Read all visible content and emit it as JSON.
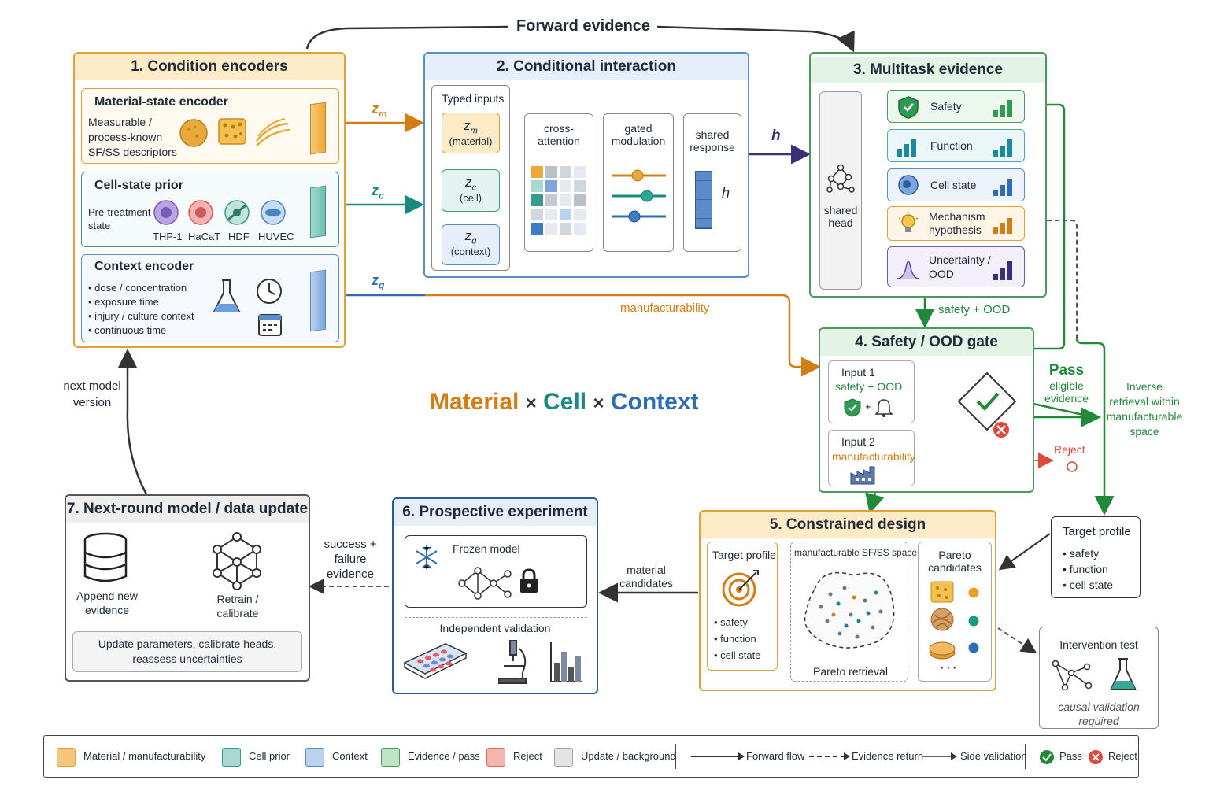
{
  "top": {
    "forward_evidence": "Forward evidence"
  },
  "panel1": {
    "title": "1. Condition encoders",
    "material": {
      "title": "Material-state encoder",
      "l1": "Measurable /",
      "l2": "process-known",
      "l3": "SF/SS descriptors"
    },
    "cell": {
      "title": "Cell-state prior",
      "l1": "Pre-treatment",
      "l2": "state",
      "cells": [
        "THP-1",
        "HaCaT",
        "HDF",
        "HUVEC"
      ]
    },
    "context": {
      "title": "Context encoder",
      "items": [
        "dose / concentration",
        "exposure time",
        "injury / culture context",
        "continuous time"
      ]
    }
  },
  "arrows": {
    "zm": "z",
    "zm_sub": "m",
    "zc": "z",
    "zc_sub": "c",
    "zq": "z",
    "zq_sub": "q",
    "h": "h",
    "manufacturability": "manufacturability",
    "safety_ood": "safety + OOD"
  },
  "panel2": {
    "title": "2. Conditional interaction",
    "typed_inputs": "Typed inputs",
    "inputs": [
      {
        "z": "z",
        "sub": "m",
        "label": "(material)"
      },
      {
        "z": "z",
        "sub": "c",
        "label": "(cell)"
      },
      {
        "z": "z",
        "sub": "q",
        "label": "(context)"
      }
    ],
    "cross": {
      "l1": "cross-",
      "l2": "attention"
    },
    "gated": {
      "l1": "gated",
      "l2": "modulation"
    },
    "shared": {
      "l1": "shared",
      "l2": "response",
      "h": "h"
    }
  },
  "panel3": {
    "title": "3. Multitask evidence",
    "head": {
      "l1": "shared",
      "l2": "head"
    },
    "tasks": [
      {
        "l1": "Safety",
        "l2": ""
      },
      {
        "l1": "Function",
        "l2": ""
      },
      {
        "l1": "Cell state",
        "l2": ""
      },
      {
        "l1": "Mechanism",
        "l2": "hypothesis"
      },
      {
        "l1": "Uncertainty /",
        "l2": "OOD"
      }
    ]
  },
  "panel4": {
    "title": "4. Safety / OOD gate",
    "input1": {
      "title": "Input 1",
      "sub": "safety + OOD"
    },
    "input2": {
      "title": "Input 2",
      "sub": "manufacturability"
    },
    "pass": {
      "title": "Pass",
      "l1": "eligible",
      "l2": "evidence"
    },
    "reject": "Reject"
  },
  "inverse": {
    "l1": "Inverse",
    "l2": "retrieval within",
    "l3": "manufacturable",
    "l4": "space"
  },
  "center": {
    "material": "Material",
    "x1": "×",
    "cell": "Cell",
    "x2": "×",
    "context": "Context"
  },
  "next_model": {
    "l1": "next model",
    "l2": "version"
  },
  "panel5": {
    "title": "5. Constrained design",
    "target": {
      "title": "Target profile",
      "items": [
        "safety",
        "function",
        "cell state"
      ]
    },
    "space": {
      "title": "manufacturable SF/SS space",
      "footer": "Pareto retrieval"
    },
    "pareto": {
      "l1": "Pareto",
      "l2": "candidates",
      "more": "· · ·"
    }
  },
  "target_profile": {
    "title": "Target profile",
    "items": [
      "safety",
      "function",
      "cell state"
    ]
  },
  "intervention": {
    "title": "Intervention test",
    "l1": "causal validation",
    "l2": "required"
  },
  "material_candidates": {
    "l1": "material",
    "l2": "candidates"
  },
  "panel6": {
    "title": "6. Prospective experiment",
    "frozen": "Frozen model",
    "validation": "Independent validation"
  },
  "success": {
    "l1": "success +",
    "l2": "failure",
    "l3": "evidence"
  },
  "panel7": {
    "title": "7. Next-round model / data update",
    "append": {
      "l1": "Append new",
      "l2": "evidence"
    },
    "retrain": {
      "l1": "Retrain /",
      "l2": "calibrate"
    },
    "update": {
      "l1": "Update parameters,  calibrate heads,",
      "l2": "reassess uncertainties"
    }
  },
  "legend": {
    "items": [
      {
        "label": "Material / manufacturability",
        "color": "#f6c67a",
        "border": "#e0a040"
      },
      {
        "label": "Cell prior",
        "color": "#a8d8d0",
        "border": "#3a9a8c"
      },
      {
        "label": "Context",
        "color": "#bcd3ef",
        "border": "#5c8cc8"
      },
      {
        "label": "Evidence / pass",
        "color": "#bfe3c4",
        "border": "#4c9a5a"
      },
      {
        "label": "Reject",
        "color": "#f6b4b0",
        "border": "#e06a60"
      },
      {
        "label": "Update / background",
        "color": "#e4e4e4",
        "border": "#a0a0a0"
      }
    ],
    "forward": "Forward flow",
    "evidence_return": "Evidence return",
    "side": "Side validation",
    "pass": "Pass",
    "reject": "Reject"
  },
  "colors": {
    "material": "#d27d16",
    "cell": "#1a8a80",
    "context": "#2e6cb4",
    "evidence": "#22883a",
    "reject": "#e04a3c",
    "purple": "#3a2f7a"
  }
}
